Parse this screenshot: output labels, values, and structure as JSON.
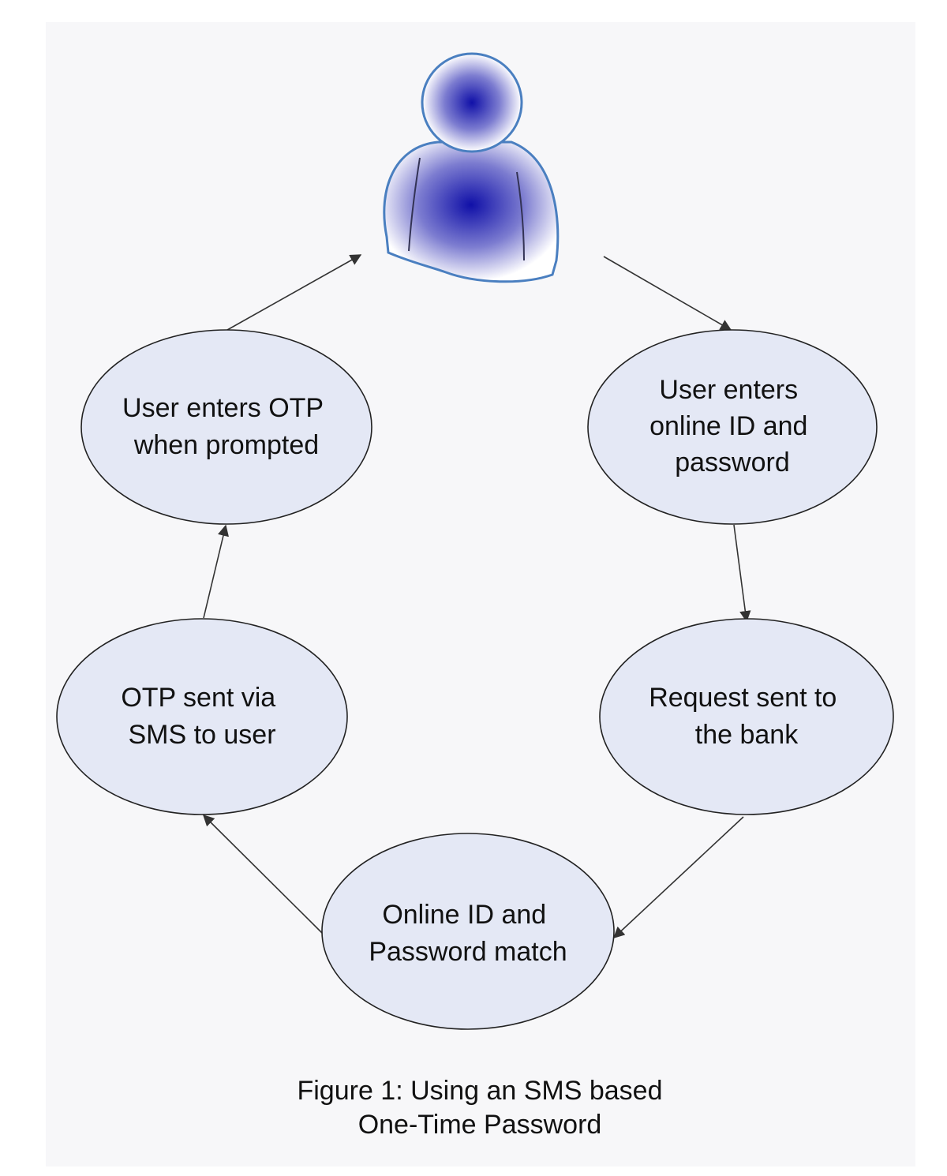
{
  "nodes": {
    "user_login": {
      "lines": [
        "User enters",
        "online ID and",
        "password"
      ]
    },
    "request_bank": {
      "lines": [
        "Request sent to",
        "the bank"
      ]
    },
    "id_match": {
      "lines": [
        "Online ID and",
        "Password match"
      ]
    },
    "otp_sms": {
      "lines": [
        "OTP sent via",
        "SMS to user"
      ]
    },
    "enter_otp": {
      "lines": [
        "User enters OTP",
        "when prompted"
      ]
    }
  },
  "user_icon": {
    "icon": "user-icon"
  },
  "caption": {
    "line1": "Figure 1: Using an SMS based",
    "line2": "One-Time Password"
  },
  "colors": {
    "node_fill": "#e4e8f5",
    "node_stroke": "#222222",
    "user_gradient_center": "#1a1ab0",
    "user_stroke": "#4a7fc0",
    "arrow": "#333333"
  }
}
